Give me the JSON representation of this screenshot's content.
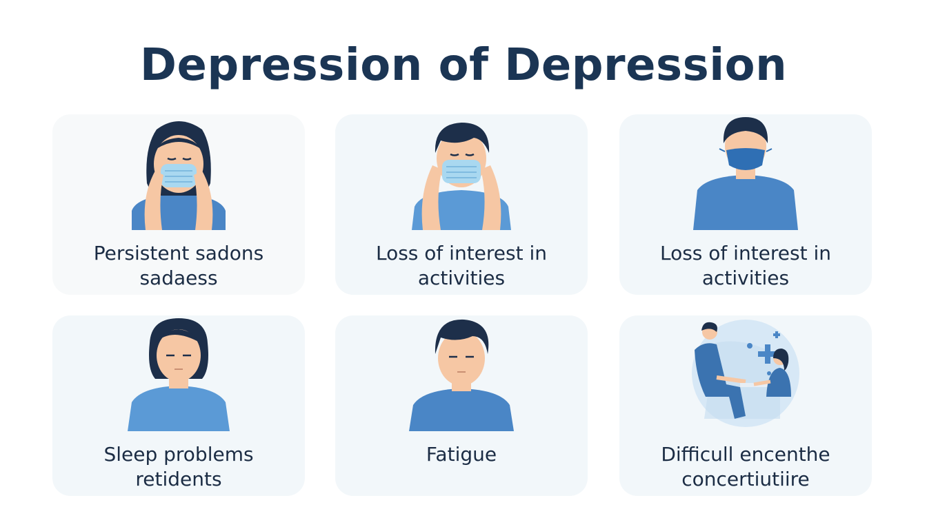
{
  "page": {
    "title": "Depression of Depression"
  },
  "colors": {
    "title": "#1b3554",
    "text": "#1b2c44",
    "card_bg": "#f2f7fa",
    "shirt": "#4a86c6",
    "skin": "#f6c7a4",
    "hair": "#1d2f4a",
    "mask": "#a9d8f0"
  },
  "cards": [
    {
      "icon": "woman-with-mask-icon",
      "line1": "Persistent sadons",
      "line2": "sadaess"
    },
    {
      "icon": "man-with-mask-icon",
      "line1": "Loss of interest in",
      "line2": "activities"
    },
    {
      "icon": "person-with-mask-icon",
      "line1": "Loss of interest in",
      "line2": "activities"
    },
    {
      "icon": "woman-eyes-closed-icon",
      "line1": "Sleep problems",
      "line2": "retidents"
    },
    {
      "icon": "tired-man-icon",
      "line1": "Fatigue",
      "line2": ""
    },
    {
      "icon": "therapy-session-icon",
      "line1": "Difficull encenthe",
      "line2": "concertiutiire"
    }
  ]
}
